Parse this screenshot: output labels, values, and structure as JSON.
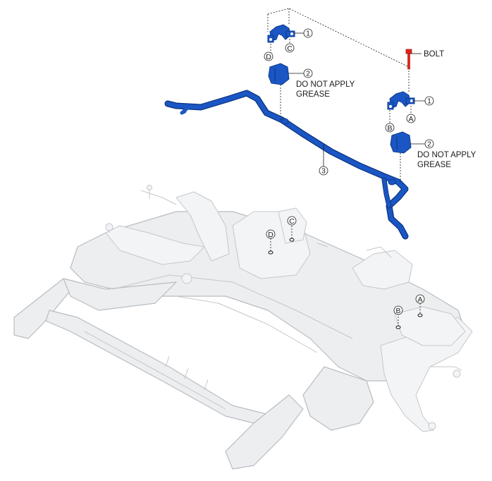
{
  "labels": {
    "bolt": "BOLT",
    "grease_note_line1": "DO NOT APPLY",
    "grease_note_line2": "GREASE"
  },
  "part_numbers": {
    "bracket": "1",
    "bushing": "2",
    "stabilizer_bar": "3"
  },
  "reference_points": {
    "A": "A",
    "B": "B",
    "C": "C",
    "D": "D"
  },
  "colors": {
    "stabilizer_parts": "#1a56c4",
    "bolt": "#e0241b",
    "crossmember": "#eceef0"
  }
}
